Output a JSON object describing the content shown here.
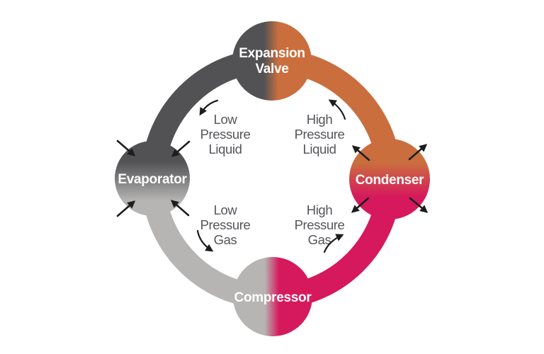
{
  "colors": {
    "dark_gray": "#525254",
    "light_gray": "#b6b5b4",
    "orange": "#ca6e3e",
    "pink": "#d6195c",
    "node_text": "#ffffff",
    "label_text": "#55565a",
    "arrow": "#1d1d1d",
    "background": "#ffffff"
  },
  "diagram": {
    "type": "refrigeration-cycle",
    "flow_direction": "counterclockwise",
    "nodes": [
      {
        "id": "expansion-valve",
        "label_lines": [
          "Expansion",
          "Valve"
        ],
        "left_color": "#525254",
        "right_color": "#ca6e3e"
      },
      {
        "id": "evaporator",
        "label_lines": [
          "Evaporator"
        ],
        "top_color": "#525254",
        "bottom_color": "#b6b5b4",
        "heat_arrows": "inward"
      },
      {
        "id": "condenser",
        "label_lines": [
          "Condenser"
        ],
        "top_color": "#ca6e3e",
        "bottom_color": "#d6195c",
        "heat_arrows": "outward"
      },
      {
        "id": "compressor",
        "label_lines": [
          "Compressor"
        ],
        "left_color": "#b6b5b4",
        "right_color": "#d6195c"
      }
    ],
    "flow_labels": [
      {
        "id": "low-pressure-liquid",
        "lines": [
          "Low",
          "Pressure",
          "Liquid"
        ],
        "segment": "expansion-valve-to-evaporator"
      },
      {
        "id": "high-pressure-liquid",
        "lines": [
          "High",
          "Pressure",
          "Liquid"
        ],
        "segment": "condenser-to-expansion-valve"
      },
      {
        "id": "low-pressure-gas",
        "lines": [
          "Low",
          "Pressure",
          "Gas"
        ],
        "segment": "evaporator-to-compressor"
      },
      {
        "id": "high-pressure-gas",
        "lines": [
          "High",
          "Pressure",
          "Gas"
        ],
        "segment": "compressor-to-condenser"
      }
    ]
  }
}
